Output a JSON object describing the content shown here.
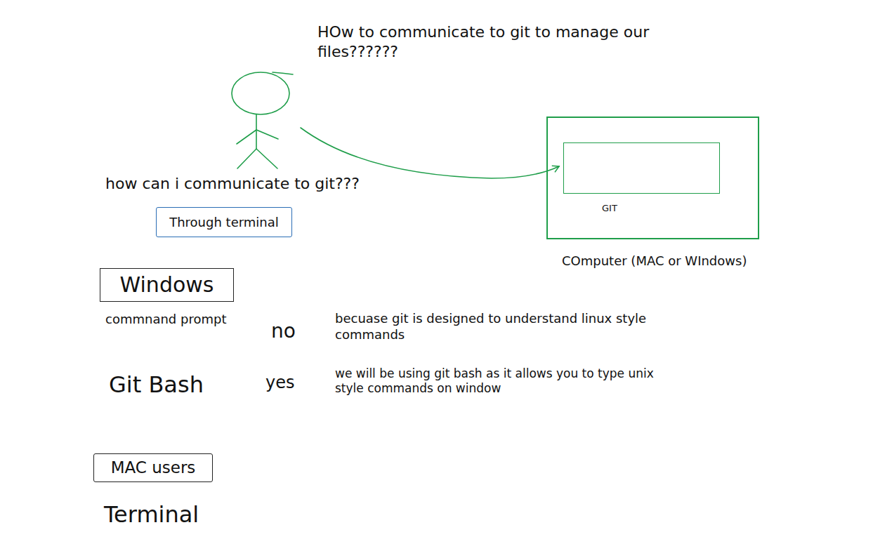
{
  "diagram": {
    "title": "HOw to communicate to git to manage our files??????",
    "nodes": [
      {
        "text": [
          "COmputer (MAC or WIndows)"
        ]
      },
      {
        "text": [
          "GIT"
        ],
        "in": 0
      },
      {
        "text": [
          "Through terminal"
        ]
      },
      {
        "text": [
          "Windows"
        ]
      },
      {
        "text": [
          "MAC users"
        ]
      }
    ],
    "labels": [
      "how can i communicate to git???",
      "commnand prompt",
      "no",
      "becuase git is designed to understand linux style commands",
      "Git Bash",
      "yes",
      "we will be using git bash as it allows you to type unix style commands on window",
      "Terminal"
    ]
  }
}
